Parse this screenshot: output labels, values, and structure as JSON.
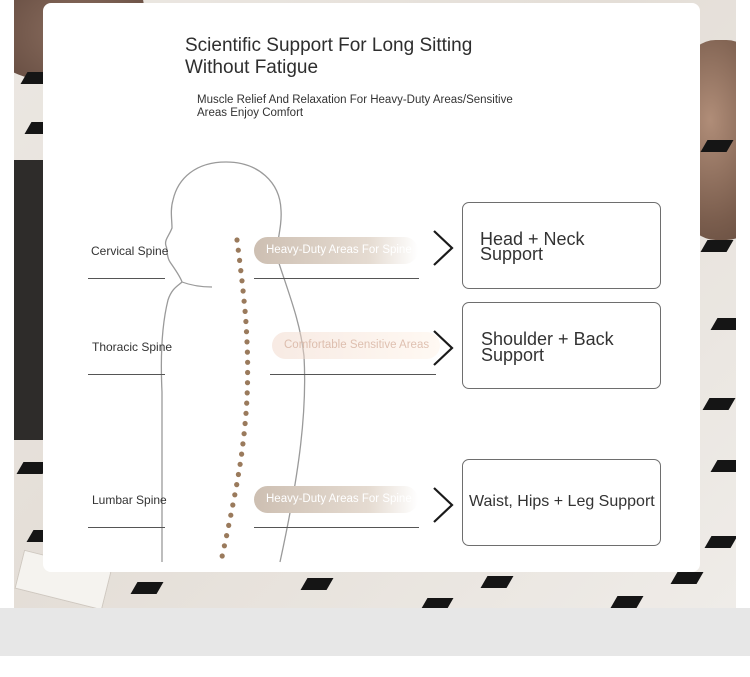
{
  "header": {
    "title_line1": "Scientific Support For Long Sitting",
    "title_line2": "Without Fatigue",
    "subtitle_line1": "Muscle Relief And Relaxation For Heavy-Duty Areas/Sensitive",
    "subtitle_line2": "Areas Enjoy Comfort"
  },
  "spine_labels": {
    "cervical": "Cervical Spine",
    "thoracic": "Thoracic Spine",
    "lumbar": "Lumbar Spine"
  },
  "pills": {
    "cervical": "Heavy-Duty Areas For Spine",
    "thoracic": "Comfortable Sensitive Areas",
    "lumbar": "Heavy-Duty Areas For Spine"
  },
  "support_boxes": {
    "head_line1": "Head + Neck",
    "head_line2": "Support",
    "shoulder_line1": "Shoulder + Back",
    "shoulder_line2": "Support",
    "waist": "Waist, Hips + Leg Support"
  },
  "colors": {
    "pill_fill": "#cdbfb2",
    "spine_dot": "#9a7a5c",
    "outline": "#6e6e6e"
  }
}
